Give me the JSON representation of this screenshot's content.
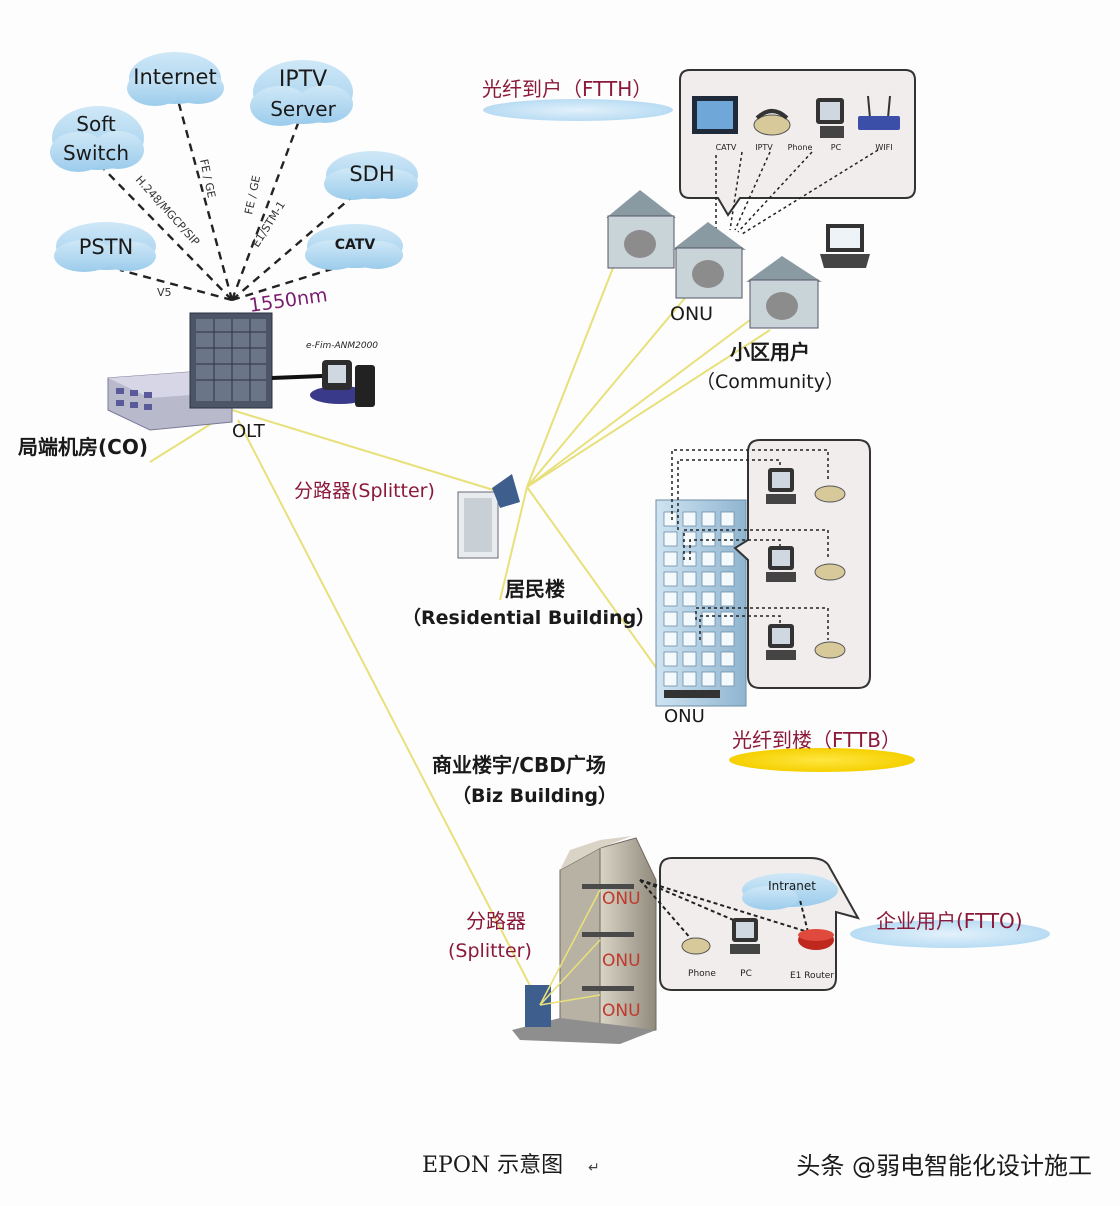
{
  "clouds": {
    "internet": "Internet",
    "iptv_line1": "IPTV",
    "iptv_line2": "Server",
    "soft_line1": "Soft",
    "soft_line2": "Switch",
    "sdh": "SDH",
    "pstn": "PSTN",
    "catv": "CATV"
  },
  "links": {
    "h248": "H.248/MGCP/SIP",
    "fe_ge_1": "FE / GE",
    "fe_ge_2": "FE / GE",
    "e1_stm1": "E1/STM-1",
    "v5": "V5",
    "wavelength": "1550nm"
  },
  "co": {
    "label": "局端机房(CO)",
    "olt": "OLT",
    "nms": "e-Fim-ANM2000"
  },
  "ftth": {
    "label": "光纤到户（FTTH）",
    "devices": [
      "CATV",
      "IPTV",
      "Phone",
      "PC",
      "WIFI"
    ],
    "onu": "ONU",
    "community_cn": "小区用户",
    "community_en": "（Community）"
  },
  "splitter_main": "分路器(Splitter)",
  "residential": {
    "cn": "居民楼",
    "en": "（Residential  Building）",
    "onu": "ONU"
  },
  "fttb": {
    "label": "光纤到楼（FTTB）"
  },
  "biz": {
    "cn": "商业楼宇/CBD广场",
    "en": "（Biz Building）",
    "splitter_cn": "分路器",
    "splitter_en": "(Splitter)",
    "onu": [
      "ONU",
      "ONU",
      "ONU"
    ],
    "intranet": "Intranet",
    "devices": [
      "Phone",
      "PC",
      "E1 Router"
    ]
  },
  "ftto": {
    "label": "企业用户(FTTO)"
  },
  "caption": "EPON 示意图",
  "caption_mark": "↵",
  "watermark": "头条 @弱电智能化设计施工"
}
